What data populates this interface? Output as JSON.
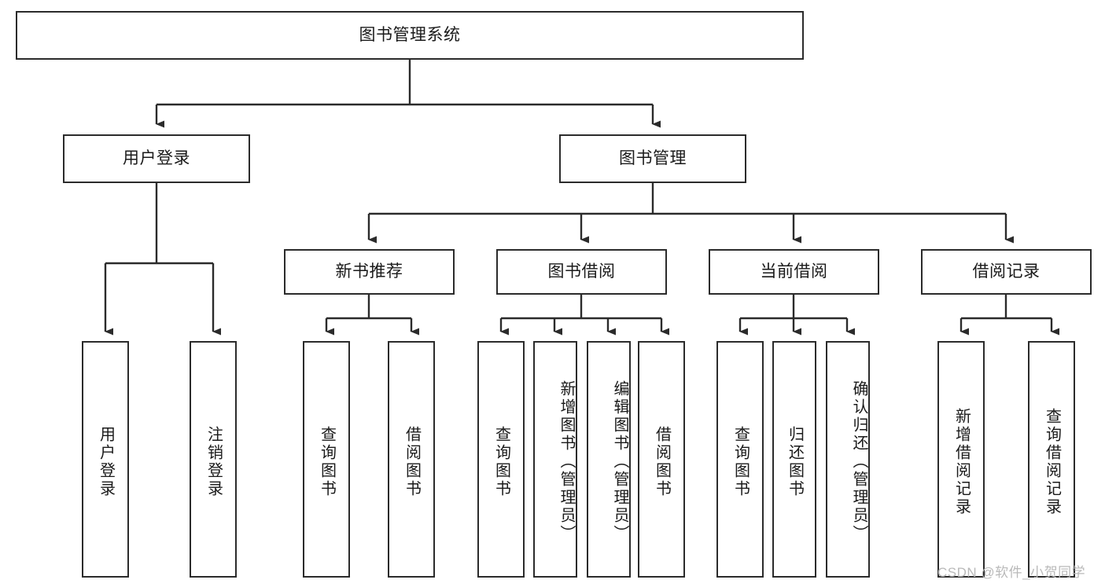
{
  "diagram": {
    "type": "tree-hierarchy-chart",
    "title_node": {
      "id": "root",
      "label": "图书管理系统"
    },
    "level2": [
      {
        "id": "user-login",
        "label": "用户登录"
      },
      {
        "id": "book-manage",
        "label": "图书管理"
      }
    ],
    "level3": [
      {
        "id": "new-book-rec",
        "label": "新书推荐",
        "parent": "book-manage"
      },
      {
        "id": "book-borrow",
        "label": "图书借阅",
        "parent": "book-manage"
      },
      {
        "id": "current-borrow",
        "label": "当前借阅",
        "parent": "book-manage"
      },
      {
        "id": "borrow-record",
        "label": "借阅记录",
        "parent": "book-manage"
      }
    ],
    "leaves": {
      "user_login": [
        {
          "id": "leaf-user-login",
          "label": "用户登录"
        },
        {
          "id": "leaf-logout",
          "label": "注销登录"
        }
      ],
      "new_book_rec": [
        {
          "id": "leaf-query-book-1",
          "label": "查询图书"
        },
        {
          "id": "leaf-borrow-book-1",
          "label": "借阅图书"
        }
      ],
      "book_borrow": [
        {
          "id": "leaf-query-book-2",
          "label": "查询图书"
        },
        {
          "id": "leaf-add-book",
          "label": "新增图书（管理员）"
        },
        {
          "id": "leaf-edit-book",
          "label": "编辑图书（管理员）"
        },
        {
          "id": "leaf-borrow-book-2",
          "label": "借阅图书"
        }
      ],
      "current_borrow": [
        {
          "id": "leaf-query-book-3",
          "label": "查询图书"
        },
        {
          "id": "leaf-return-book",
          "label": "归还图书"
        },
        {
          "id": "leaf-confirm-return",
          "label": "确认归还（管理员）"
        }
      ],
      "borrow_record": [
        {
          "id": "leaf-add-record",
          "label": "新增借阅记录"
        },
        {
          "id": "leaf-query-record",
          "label": "查询借阅记录"
        }
      ]
    },
    "colors": {
      "stroke": "#2b2b2b",
      "fill": "#ffffff",
      "text": "#1a1a1a",
      "watermark": "#b9b9b9"
    }
  },
  "watermark": {
    "text": "CSDN @软件_小贺同学"
  }
}
